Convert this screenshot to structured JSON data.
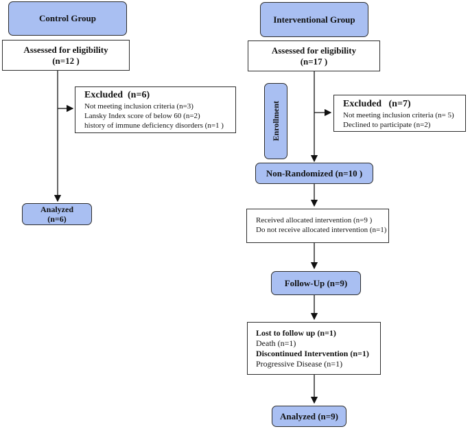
{
  "control": {
    "group_label": "Control Group",
    "assessed": {
      "title": "Assessed for eligibility",
      "count": "(n=12 )"
    },
    "excluded": {
      "title": "Excluded",
      "count": "(n=6)",
      "items": [
        "Not meeting inclusion criteria (n=3)",
        "Lansky Index score of below 60 (n=2)",
        "history of immune deficiency disorders (n=1 )"
      ]
    },
    "analyzed": {
      "title": "Analyzed",
      "count": "(n=6)"
    }
  },
  "interventional": {
    "group_label": "Interventional Group",
    "assessed": {
      "title": "Assessed for eligibility",
      "count": "(n=17 )"
    },
    "enrollment_label": "Enrollment",
    "excluded": {
      "title": "Excluded",
      "count": "(n=7)",
      "items": [
        "Not meeting inclusion criteria (n= 5)",
        "Declined to participate (n=2)"
      ]
    },
    "non_randomized": "Non-Randomized (n=10 )",
    "allocation": {
      "items": [
        "Received allocated intervention (n=9 )",
        "Do not receive allocated intervention (n=1)"
      ]
    },
    "follow_up": "Follow-Up (n=9)",
    "lost": {
      "lost_title": "Lost to follow up (n=1)",
      "lost_reason": "Death (n=1)",
      "discontinued_title": "Discontinued Intervention (n=1)",
      "discontinued_reason": "Progressive Disease (n=1)"
    },
    "analyzed": "Analyzed (n=9)"
  },
  "colors": {
    "box_fill": "#a9bff2",
    "stroke": "#2b2b2b"
  }
}
